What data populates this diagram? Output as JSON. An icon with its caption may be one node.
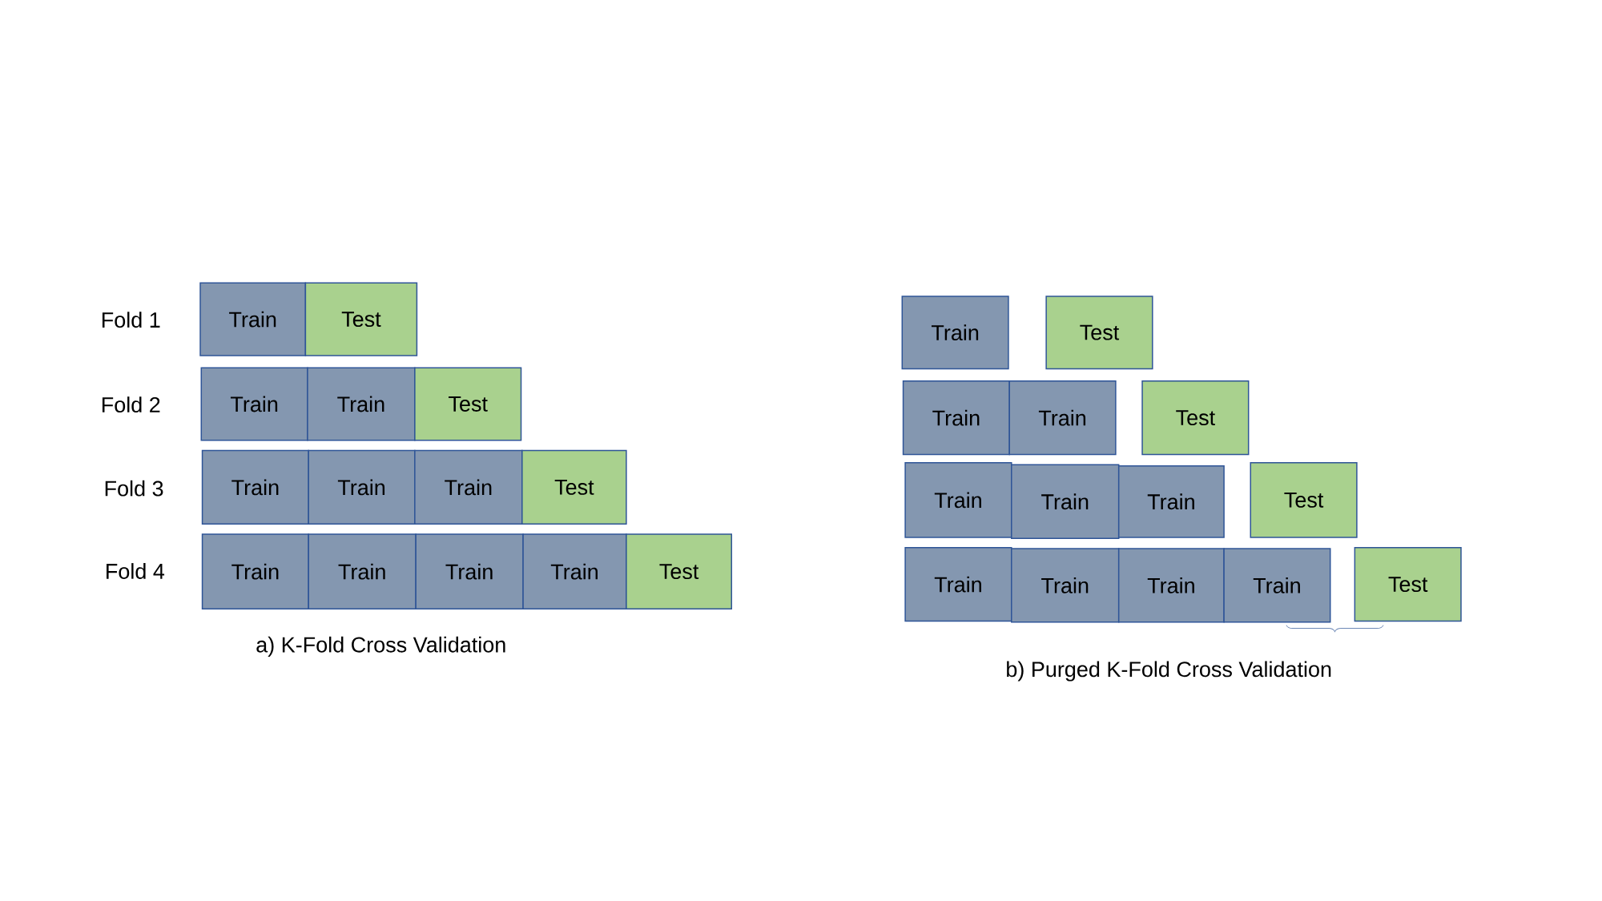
{
  "diagram": {
    "nodes": [
      {
        "text": [
          "Train"
        ]
      },
      {
        "text": [
          "Test"
        ]
      },
      {
        "text": [
          "Train"
        ]
      },
      {
        "text": [
          "Train"
        ]
      },
      {
        "text": [
          "Test"
        ]
      },
      {
        "text": [
          "Train"
        ]
      },
      {
        "text": [
          "Train"
        ]
      },
      {
        "text": [
          "Train"
        ]
      },
      {
        "text": [
          "Test"
        ]
      },
      {
        "text": [
          "Train"
        ]
      },
      {
        "text": [
          "Train"
        ]
      },
      {
        "text": [
          "Train"
        ]
      },
      {
        "text": [
          "Train"
        ]
      },
      {
        "text": [
          "Test"
        ]
      },
      {
        "text": [
          "Train"
        ]
      },
      {
        "text": [
          "Test"
        ]
      },
      {
        "text": [
          "Train"
        ]
      },
      {
        "text": [
          "Train"
        ]
      },
      {
        "text": [
          "Test"
        ]
      },
      {
        "text": [
          "Train"
        ]
      },
      {
        "text": [
          "Train"
        ]
      },
      {
        "text": [
          "Train"
        ]
      },
      {
        "text": [
          "Test"
        ]
      },
      {
        "text": [
          "Train"
        ]
      },
      {
        "text": [
          "Train"
        ]
      },
      {
        "text": [
          "Train"
        ]
      },
      {
        "text": [
          "Train"
        ]
      },
      {
        "text": [
          "Test"
        ]
      }
    ],
    "labels": [
      "Fold 1",
      "Fold 2",
      "Fold 3",
      "Fold 4",
      "a) K-Fold Cross Validation",
      "b) Purged K-Fold Cross Validation"
    ]
  }
}
